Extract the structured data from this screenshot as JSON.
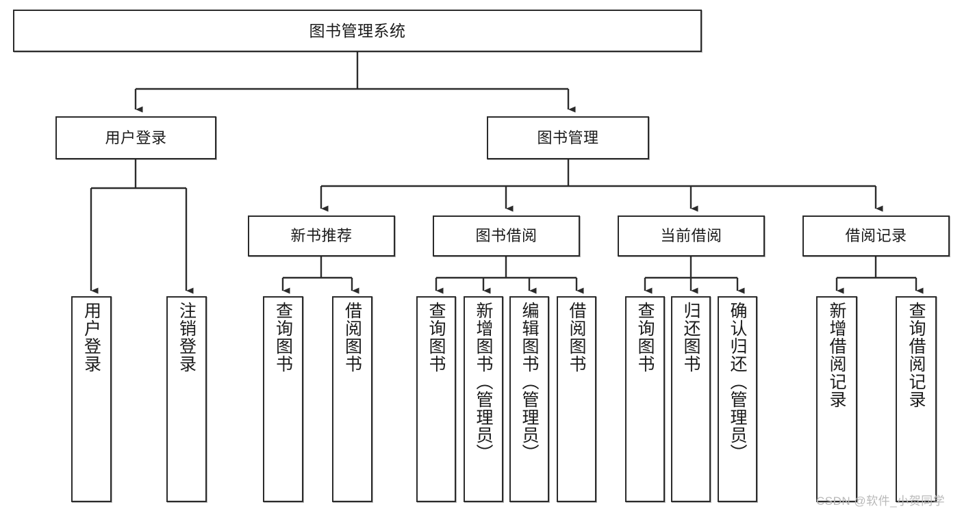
{
  "diagram": {
    "title": "图书管理系统",
    "watermark": "CSDN @软件_小贺同学",
    "style": {
      "box_border_color": "#2b2b2b",
      "box_fill_color": "#ffffff",
      "line_color": "#2b2b2b",
      "text_color": "#1a1a1a",
      "background": "#ffffff",
      "watermark_color": "#b9b9b9"
    },
    "levels": {
      "root": {
        "label": "图书管理系统"
      },
      "level2": [
        {
          "label": "用户登录"
        },
        {
          "label": "图书管理"
        }
      ],
      "level3": [
        {
          "label": "新书推荐"
        },
        {
          "label": "图书借阅"
        },
        {
          "label": "当前借阅"
        },
        {
          "label": "借阅记录"
        }
      ],
      "leaves": {
        "user_login": [
          {
            "label": "用户登录"
          },
          {
            "label": "注销登录"
          }
        ],
        "new_book_recommend": [
          {
            "label": "查询图书"
          },
          {
            "label": "借阅图书"
          }
        ],
        "book_borrow": [
          {
            "label": "查询图书"
          },
          {
            "label": "新增图书（管理员）"
          },
          {
            "label": "编辑图书（管理员）"
          },
          {
            "label": "借阅图书"
          }
        ],
        "current_borrow": [
          {
            "label": "查询图书"
          },
          {
            "label": "归还图书"
          },
          {
            "label": "确认归还（管理员）"
          }
        ],
        "borrow_record": [
          {
            "label": "新增借阅记录"
          },
          {
            "label": "查询借阅记录"
          }
        ]
      }
    }
  }
}
